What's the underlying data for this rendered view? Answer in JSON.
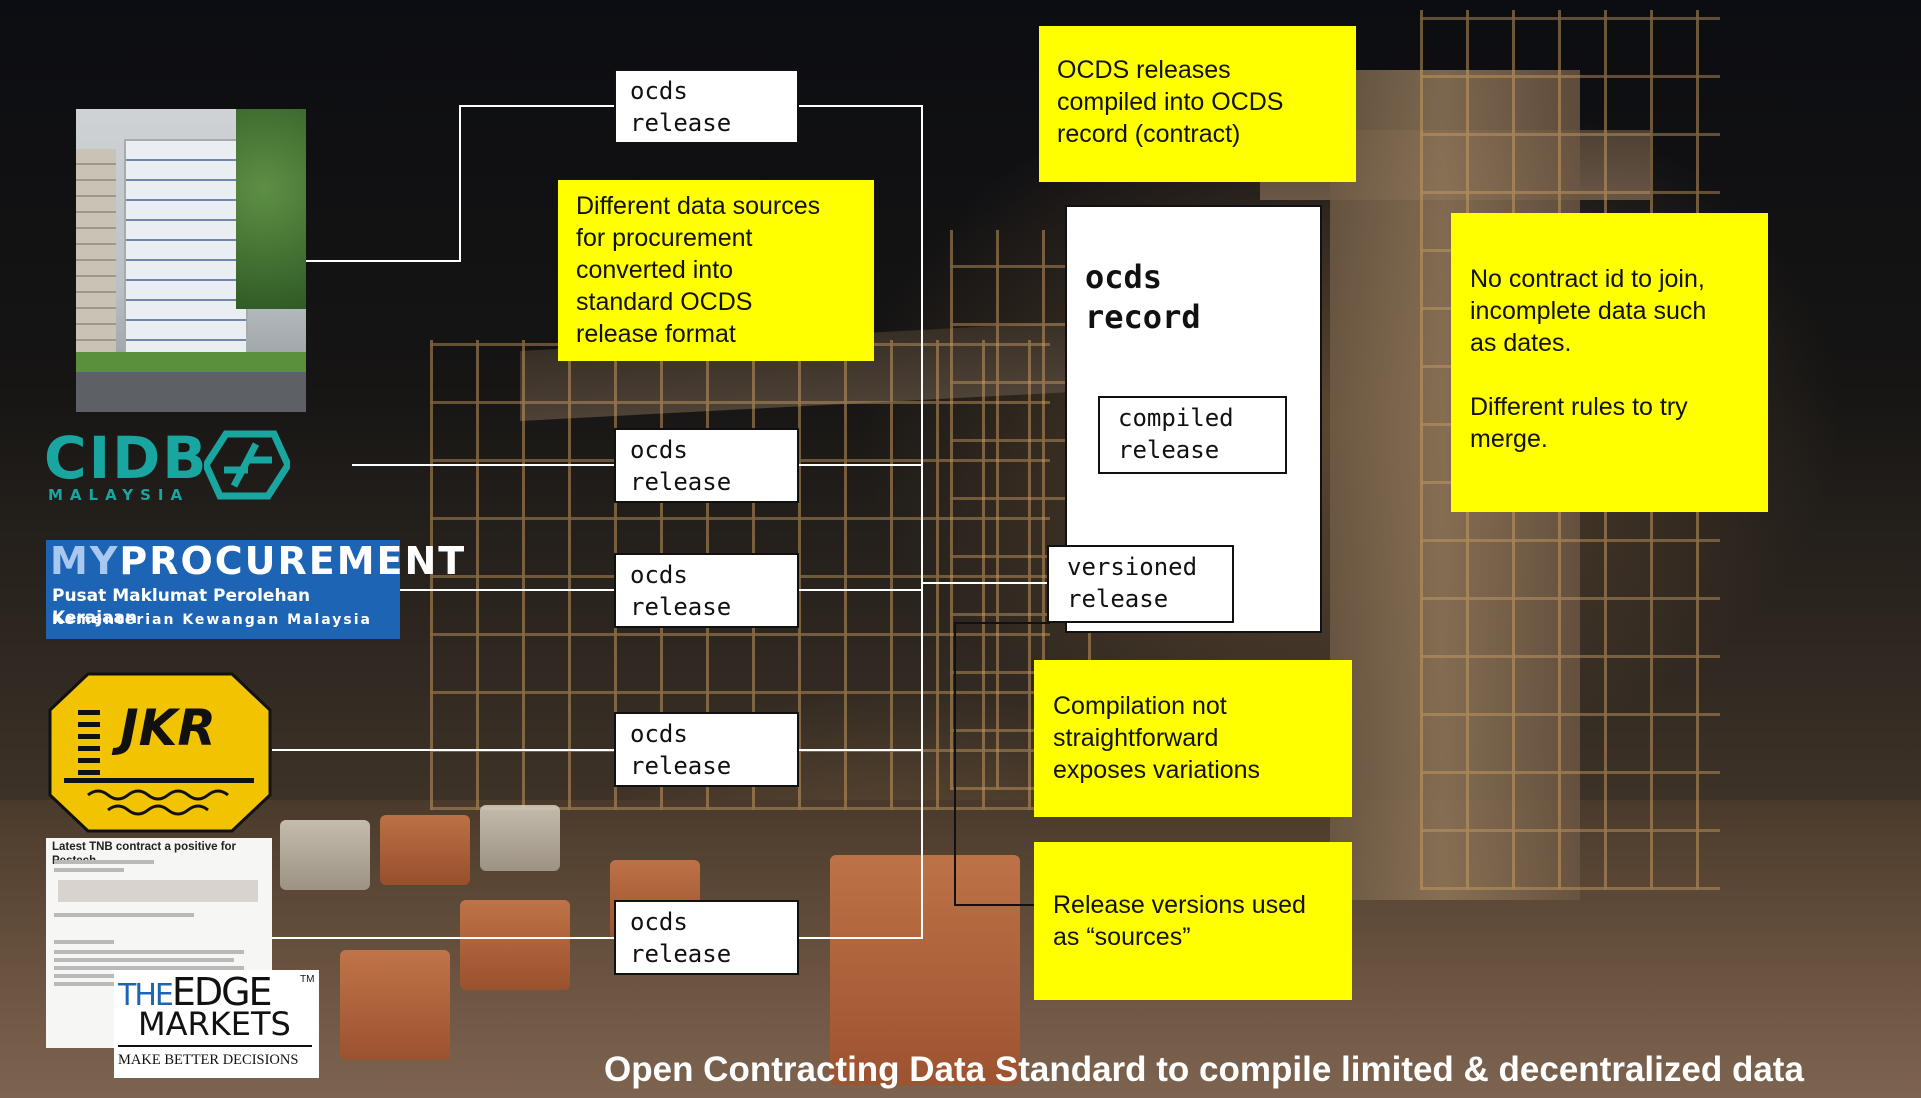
{
  "release_boxes": [
    {
      "lines": [
        "ocds",
        "release"
      ]
    },
    {
      "lines": [
        "ocds",
        "release"
      ]
    },
    {
      "lines": [
        "ocds",
        "release"
      ]
    },
    {
      "lines": [
        "ocds",
        "release"
      ]
    },
    {
      "lines": [
        "ocds",
        "release"
      ]
    }
  ],
  "record": {
    "title_lines": [
      "ocds",
      "record"
    ],
    "compiled_lines": [
      "compiled",
      "release"
    ],
    "versioned_lines": [
      "versioned",
      "release"
    ]
  },
  "notes": {
    "sources": [
      "Different data sources",
      "for procurement",
      "converted into",
      "standard OCDS",
      "release format"
    ],
    "compiled": [
      "OCDS releases",
      "compiled into OCDS",
      "record (contract)"
    ],
    "no_contract_id": [
      "No contract id to join,",
      "incomplete data such",
      "as dates.",
      "",
      "Different rules to try",
      "merge."
    ],
    "compilation": [
      "Compilation not",
      "straightforward",
      "exposes variations"
    ],
    "versions": [
      "Release versions used",
      "as “sources”"
    ]
  },
  "logos": {
    "cidb": {
      "word": "CIDB",
      "sub": "MALAYSIA"
    },
    "myprocurement": {
      "prefix": "MY",
      "word": "PROCUREMENT",
      "line2": "Pusat Maklumat Perolehan Kerajaan",
      "line3": "Kementerian Kewangan Malaysia"
    },
    "jkr": {
      "text": "JKR"
    },
    "article": {
      "headline": "Latest TNB contract a positive for Pestech"
    },
    "edge": {
      "the": "THE",
      "edge": "EDGE",
      "markets": "MARKETS",
      "tm": "TM",
      "tagline": "MAKE BETTER DECISIONS"
    }
  },
  "footer": "Open Contracting Data Standard to compile limited & decentralized data",
  "colors": {
    "note_bg": "#ffff00",
    "cidb_teal": "#1aa6a0",
    "myprocurement_blue": "#1d64b5",
    "jkr_yellow": "#f2c300"
  }
}
